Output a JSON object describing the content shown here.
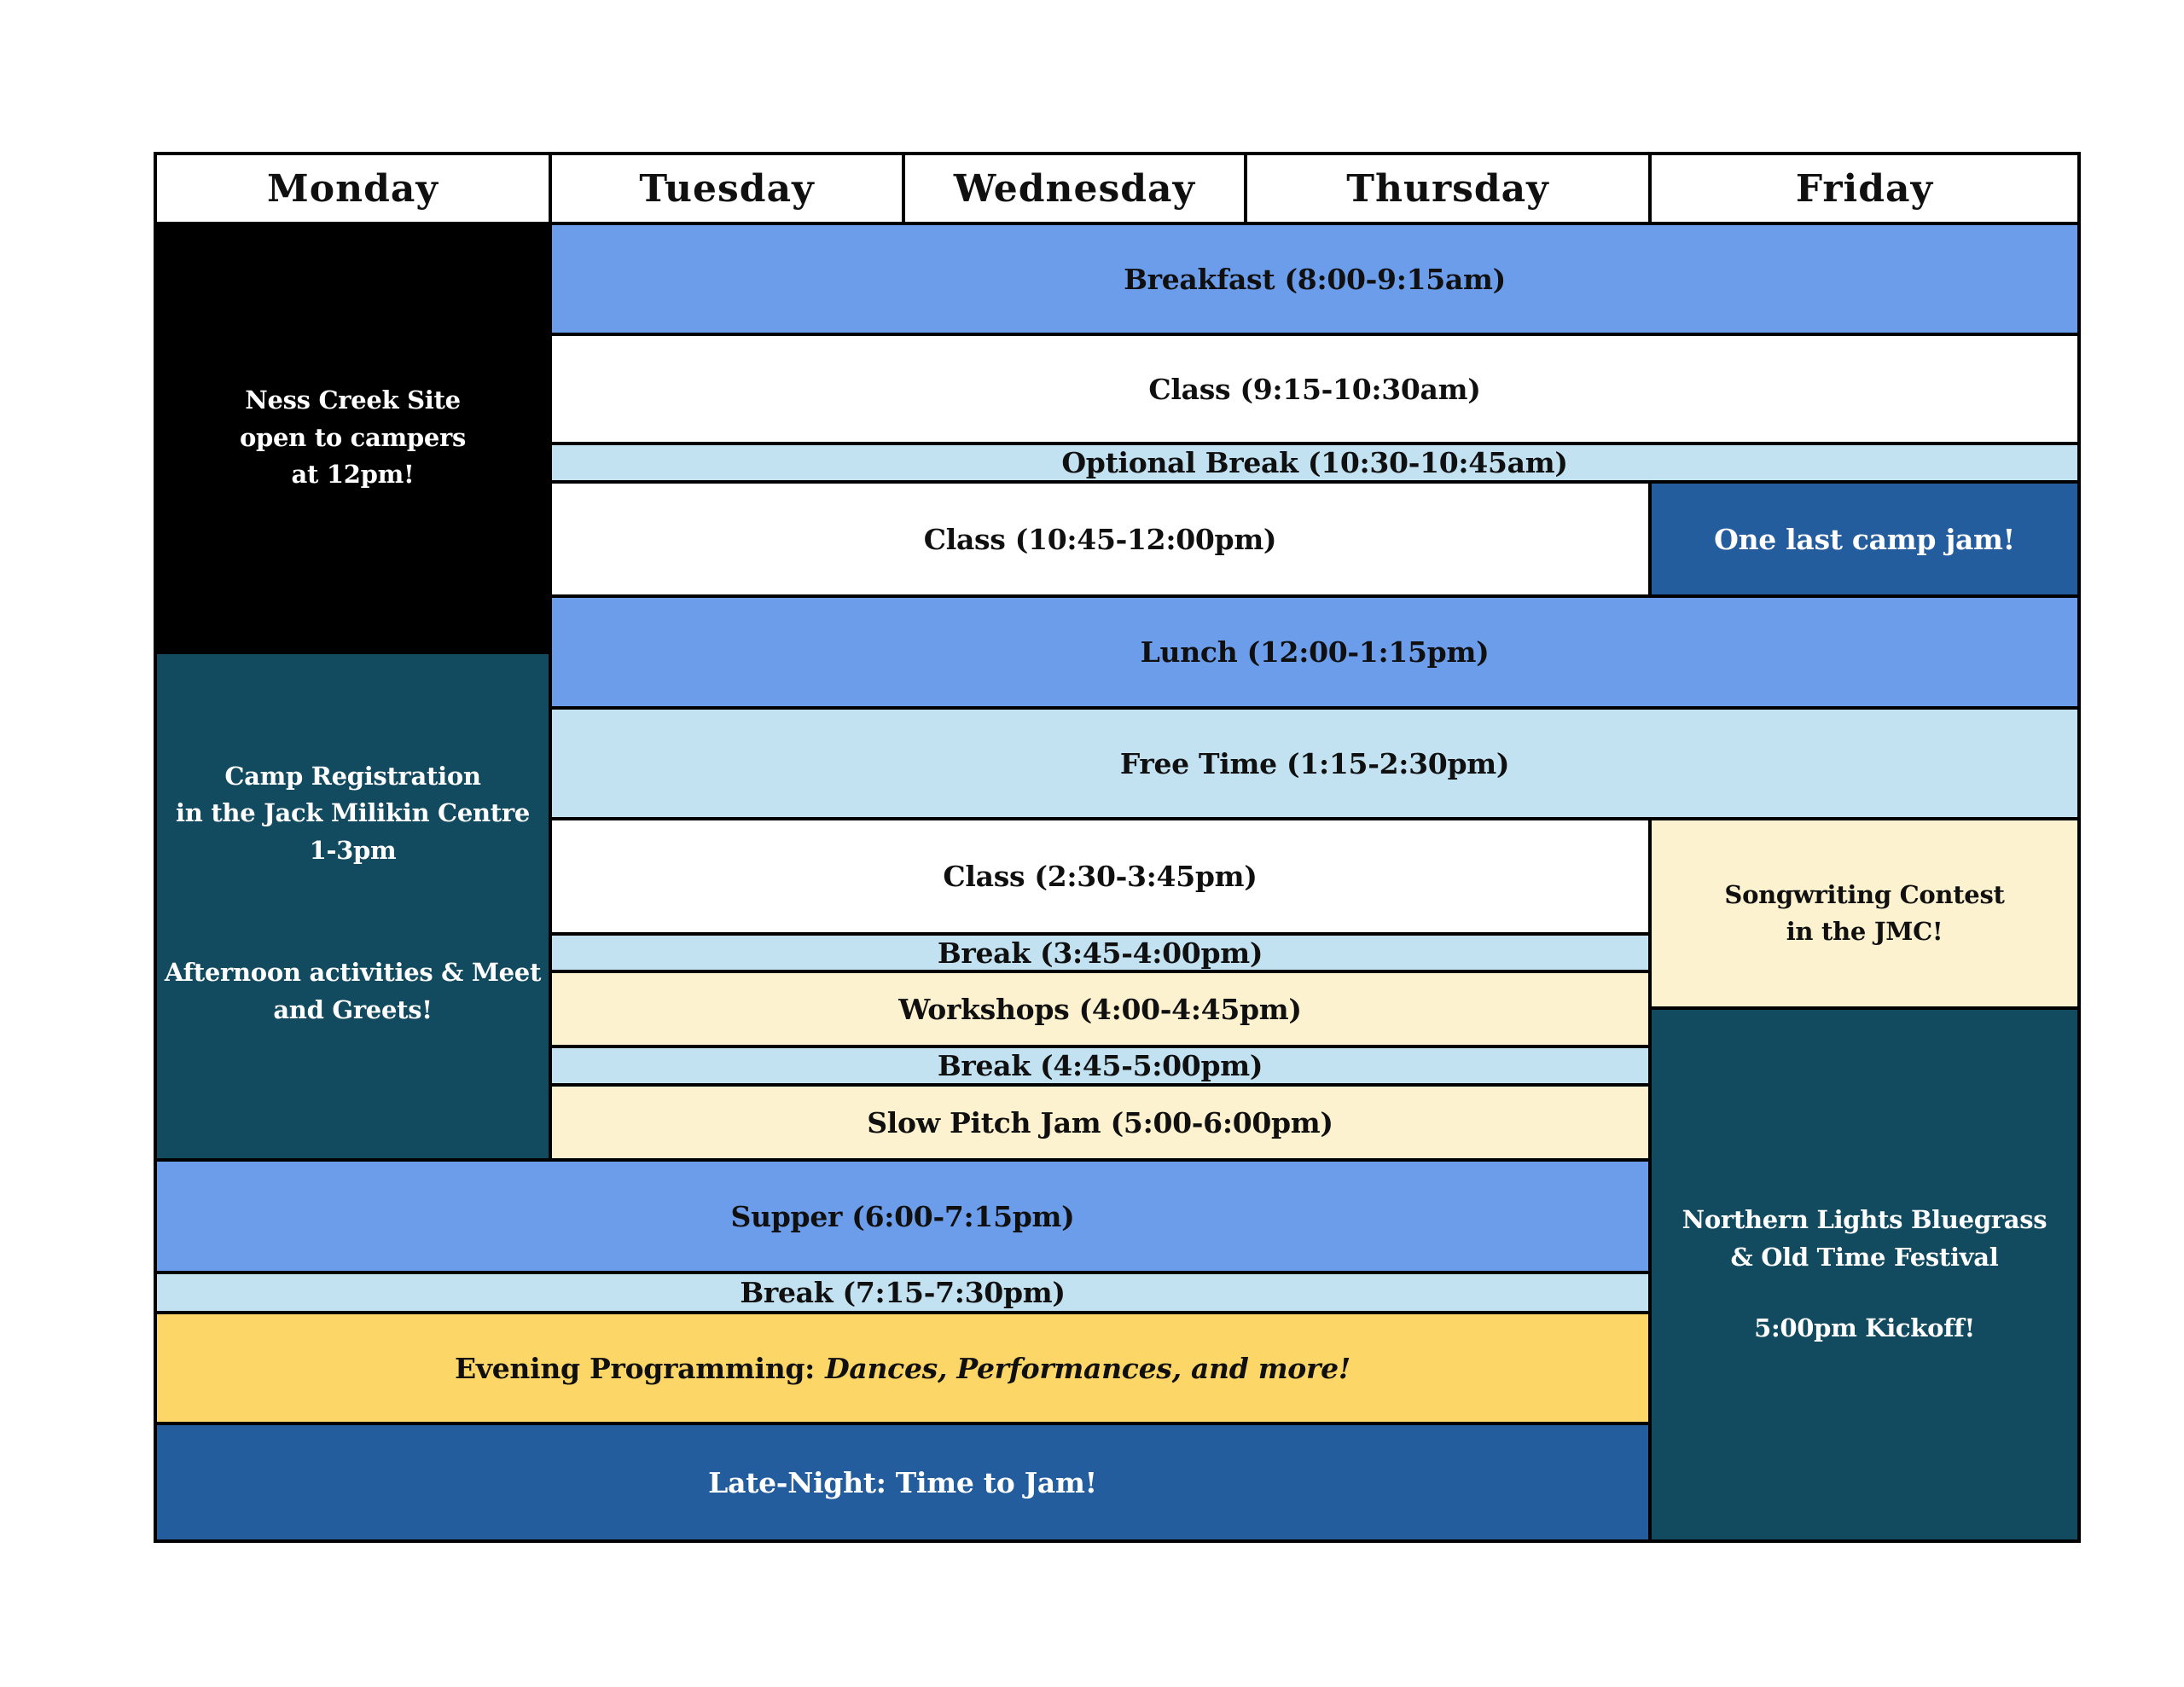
{
  "palette": {
    "page_background": "#ffffff",
    "grid_border": "#000000",
    "meal_blue": "#6b9dea",
    "break_lightblue": "#c2e2f2",
    "workshop_cream": "#fdf2cf",
    "evening_yellow": "#fcd666",
    "jam_darkblue": "#235d9d",
    "festival_teal": "#124a5f",
    "monday_black": "#000000",
    "text_light": "#101010",
    "text_dark": "#ffffff"
  },
  "header": {
    "days": [
      "Monday",
      "Tuesday",
      "Wednesday",
      "Thursday",
      "Friday"
    ]
  },
  "monday": {
    "site_note": "Ness Creek Site\nopen to campers\nat 12pm!",
    "registration": "Camp Registration\nin the Jack Milikin Centre\n1-3pm",
    "afternoon": "Afternoon activities & Meet\nand Greets!"
  },
  "shared_rows": {
    "breakfast": "Breakfast (8:00-9:15am)",
    "class_morning_1": "Class (9:15-10:30am)",
    "optional_break": "Optional Break (10:30-10:45am)",
    "class_morning_2": "Class (10:45-12:00pm)",
    "lunch": "Lunch (12:00-1:15pm)",
    "free_time": "Free Time (1:15-2:30pm)",
    "class_afternoon": "Class (2:30-3:45pm)",
    "break_afternoon_1": "Break (3:45-4:00pm)",
    "workshops": "Workshops (4:00-4:45pm)",
    "break_afternoon_2": "Break (4:45-5:00pm)",
    "slow_pitch_jam": "Slow Pitch Jam (5:00-6:00pm)",
    "supper": "Supper (6:00-7:15pm)",
    "break_evening": "Break (7:15-7:30pm)",
    "evening_programming_prefix": "Evening Programming:",
    "evening_programming_detail": "Dances, Performances, and more!",
    "late_night": "Late-Night: Time to Jam!"
  },
  "friday": {
    "camp_jam": "One last camp jam!",
    "songwriting_contest": "Songwriting Contest\nin the JMC!",
    "festival_name": "Northern Lights Bluegrass\n& Old Time Festival",
    "festival_kickoff": "5:00pm Kickoff!"
  }
}
